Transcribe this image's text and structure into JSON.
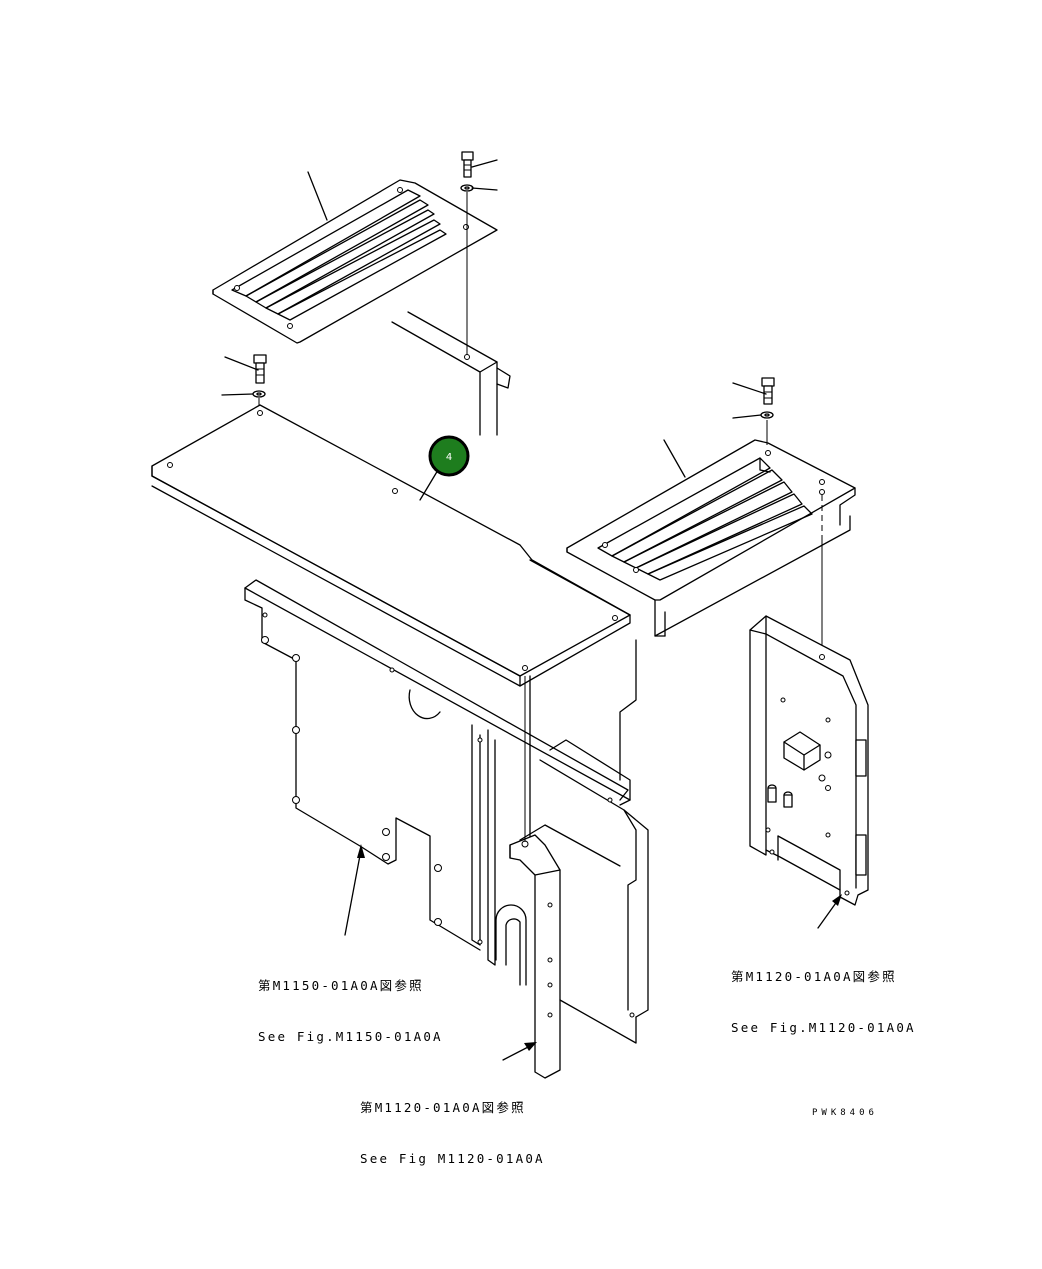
{
  "callout": {
    "number": "4",
    "fill": "#1e7d1e",
    "stroke": "#000000"
  },
  "references": [
    {
      "jp": "第M1150-01A0A図参照",
      "en": "See Fig.M1150-01A0A"
    },
    {
      "jp": "第M1120-01A0A図参照",
      "en": "See Fig.M1120-01A0A"
    },
    {
      "jp": "第M1120-01A0A図参照",
      "en": "See Fig M1120-01A0A"
    }
  ],
  "drawing_code": "PWK8406"
}
